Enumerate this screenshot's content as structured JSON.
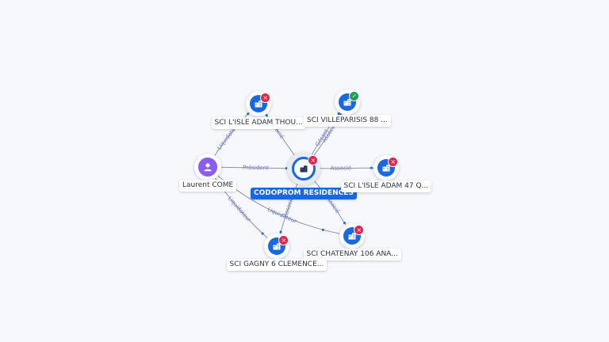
{
  "colors": {
    "company": "#1668e3",
    "person": "#8b5cf6",
    "badge_closed": "#e0264f",
    "badge_active": "#1f9d55",
    "edge": "#8e93a6",
    "edge_label": "#6f76c8"
  },
  "nodes": [
    {
      "id": "center",
      "label": "CODOPROM RESIDENCES",
      "type": "company",
      "icon": "building-icon",
      "badge": "closed",
      "main": true
    },
    {
      "id": "person",
      "label": "Laurent COME",
      "type": "person",
      "icon": "person-icon",
      "badge": null
    },
    {
      "id": "n1",
      "label": "SCI L'ISLE ADAM THOU...",
      "type": "company",
      "icon": "building-icon",
      "badge": "closed"
    },
    {
      "id": "n2",
      "label": "SCI VILLEPARISIS 88 ...",
      "type": "company",
      "icon": "building-icon",
      "badge": "active"
    },
    {
      "id": "n3",
      "label": "SCI L'ISLE ADAM 47 Q...",
      "type": "company",
      "icon": "building-icon",
      "badge": "closed"
    },
    {
      "id": "n4",
      "label": "SCI CHATENAY 106 ANA...",
      "type": "company",
      "icon": "building-icon",
      "badge": "closed"
    },
    {
      "id": "n5",
      "label": "SCI GAGNY 6 CLEMENCE...",
      "type": "company",
      "icon": "building-icon",
      "badge": "closed"
    }
  ],
  "edges": [
    {
      "from": "person",
      "to": "center",
      "label": "Président"
    },
    {
      "from": "person",
      "to": "n1",
      "label": "Liquidateur"
    },
    {
      "from": "person",
      "to": "n5",
      "label": "Liquidateur"
    },
    {
      "from": "person",
      "to": "n4",
      "label": "Liquidateur"
    },
    {
      "from": "center",
      "to": "n1",
      "label": "Associé"
    },
    {
      "from": "center",
      "to": "n2",
      "label": "Gérant"
    },
    {
      "from": "center",
      "to": "n2",
      "label": "Associé"
    },
    {
      "from": "center",
      "to": "n3",
      "label": "Associé"
    },
    {
      "from": "center",
      "to": "n4",
      "label": "Associé"
    },
    {
      "from": "center",
      "to": "n5",
      "label": "Associé"
    }
  ]
}
